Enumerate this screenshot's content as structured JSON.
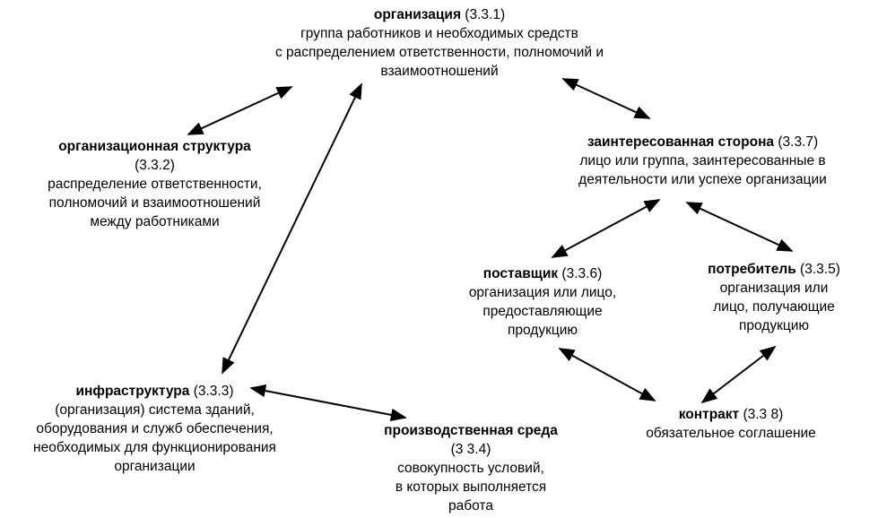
{
  "nodes": {
    "organization": {
      "title": "организация",
      "code": " (3.3.1)",
      "lines": [
        "группа работников и необходимых средств",
        "с распределением ответственности, полномочий и",
        "взаимоотношений"
      ]
    },
    "structure": {
      "title": "организационная структура",
      "code": "",
      "lines": [
        "(3.3.2)",
        "распределение ответственности,",
        "полномочий и взаимоотношений",
        "между работниками"
      ]
    },
    "stakeholder": {
      "title": "заинтересованная сторона",
      "code": " (3.3.7)",
      "lines": [
        "лицо или группа, заинтересованные в",
        "деятельности или успехе организации"
      ]
    },
    "supplier": {
      "title": "поставщик",
      "code": " (3.3.6)",
      "lines": [
        "организация или лицо,",
        "предоставляющие",
        "продукцию"
      ]
    },
    "consumer": {
      "title": "потребитель",
      "code": " (3.3.5)",
      "lines": [
        "организация или",
        "лицо, получающие",
        "продукцию"
      ]
    },
    "infrastructure": {
      "title": "инфраструктура",
      "code": " (3.3.3)",
      "lines": [
        "(организация) система зданий,",
        "оборудования и служб обеспечения,",
        "необходимых для функционирования",
        "организации"
      ]
    },
    "environment": {
      "title": "производственная среда",
      "code": "",
      "lines": [
        "(3 3.4)",
        "совокупность условий,",
        "в которых выполняется",
        "работа"
      ]
    },
    "contract": {
      "title": "контракт",
      "code": " (3.3 8)",
      "lines": [
        "обязательное соглашение"
      ]
    }
  },
  "colors": {
    "ink": "#000000",
    "background": "#ffffff"
  }
}
